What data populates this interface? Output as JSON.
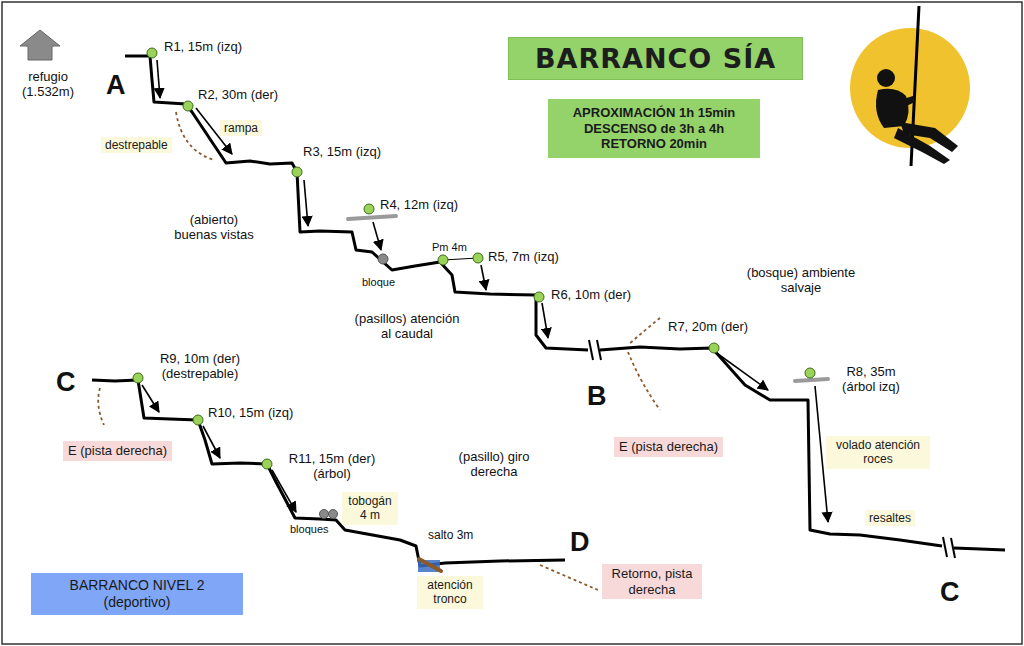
{
  "diagram": {
    "title": "BARRANCO SÍA",
    "nodes": [
      {
        "text": [
          "APROXIMACIÓN 1h 15min DESCENSO de 3h a 4h RETORNO 20min"
        ]
      },
      {
        "text": [
          "rampa"
        ]
      },
      {
        "text": [
          "destrepable"
        ]
      },
      {
        "text": [
          "volado atención roces"
        ]
      },
      {
        "text": [
          "E (pista derecha)"
        ]
      },
      {
        "text": [
          "E (pista derecha)"
        ]
      },
      {
        "text": [
          "tobogán 4 m"
        ]
      },
      {
        "text": [
          "resaltes"
        ]
      },
      {
        "text": [
          "atención tronco"
        ]
      },
      {
        "text": [
          "Retorno, pista derecha"
        ]
      },
      {
        "text": [
          "BARRANCO NIVEL 2 (deportivo)"
        ]
      }
    ],
    "labels": [
      "refugio (1.532m)",
      "A",
      "R1, 15m (izq)",
      "R2, 30m (der)",
      "R3, 15m (izq)",
      "R4, 12m (izq)",
      "Pm 4m",
      "R5, 7m (izq)",
      "bloque",
      "R6, 10m (der)",
      "(abierto) buenas vistas",
      "(pasillos) atención al caudal",
      "(bosque) ambiente salvaje",
      "R7, 20m (der)",
      "B",
      "R8, 35m (árbol izq)",
      "C",
      "R9, 10m (der) (destrepable)",
      "R10, 15m (izq)",
      "R11, 15m (der) (árbol)",
      "(pasillo) giro derecha",
      "bloques",
      "salto 3m",
      "D",
      "C"
    ]
  }
}
